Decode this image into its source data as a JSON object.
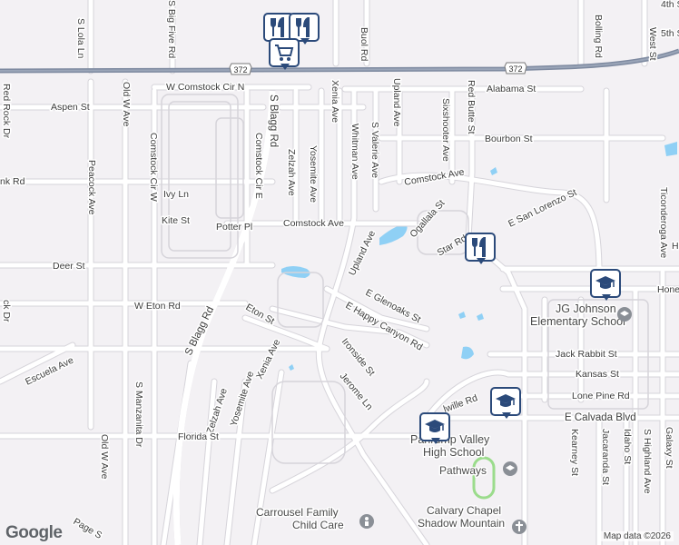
{
  "map": {
    "attribution": "Map data ©2026",
    "logo": "Google",
    "highway_shield": "372",
    "colors": {
      "background": "#f3f1f4",
      "road": "#ffffff",
      "road_edge": "#d5d3d7",
      "highway": "#7e8aa0",
      "water": "#8fd0f5",
      "marker": "#2b4a7a"
    }
  },
  "streets": {
    "w_comstock_cir_n": "W Comstock Cir N",
    "alabama_st": "Alabama St",
    "aspen_st": "Aspen St",
    "s_lola_ln": "S Lola Ln",
    "s_big_five_rd": "S Big Five Rd",
    "buol_rd": "Buol Rd",
    "upland_ave_n": "Upland Ave",
    "red_butte_st": "Red Butte St",
    "bolling_rd": "Bolling Rd",
    "west_st": "West St",
    "fourth_st": "4th S",
    "fifth_st": "5th St",
    "red_rock_dr": "Red Rock Dr",
    "old_w_ave_n": "Old W Ave",
    "s_blagg_rd_n": "S Blagg Rd",
    "comstock_cir_e": "Comstock Cir E",
    "comstock_cir_w": "Comstock Cir W",
    "xenia_ave_n": "Xenia Ave",
    "whitman_ave": "Whitman Ave",
    "s_valerie_ave": "S Valerie Ave",
    "sixshooter_ave": "Sixshooter Ave",
    "bourbon_st": "Bourbon St",
    "yosemite_ave_n": "Yosemite Ave",
    "zelzah_ave_n": "Zelzah Ave",
    "comstock_ave_e": "Comstock Ave",
    "peacock_ave": "Peacock Ave",
    "nk_rd": "nk Rd",
    "ivy_ln": "Ivy Ln",
    "kite_st": "Kite St",
    "potter_pl": "Potter Pl",
    "comstock_ave": "Comstock Ave",
    "e_san_lorenzo_st": "E San Lorenzo St",
    "ticonderoga_ave": "Ticonderoga Ave",
    "ogallala_st": "Ogallala St",
    "upland_ave": "Upland Ave",
    "star_rd": "Star Rd",
    "deer_st": "Deer St",
    "w_eton_rd": "W Eton Rd",
    "e_glenoaks_st": "E Glenoaks St",
    "eton_st": "Eton St",
    "e_happy_canyon_rd": "E Happy Canyon Rd",
    "s_blagg_rd": "S Blagg Rd",
    "escuela_ave": "Escuela Ave",
    "xenia_ave": "Xenia Ave",
    "ironside_st": "Ironside St",
    "jack_rabbit_st": "Jack Rabbit St",
    "zelzah_ave": "Zelzah Ave",
    "yosemite_ave": "Yosemite Ave",
    "kansas_st": "Kansas St",
    "jerome_ln": "Jerome Ln",
    "lone_pine_rd": "Lone Pine Rd",
    "s_manzanita_dr": "S Manzanita Dr",
    "old_w_ave": "Old W Ave",
    "florida_st": "Florida St",
    "e_calvada_blvd": "E Calvada Blvd",
    "galaxy_st": "Galaxy St",
    "kearney_st": "Kearney St",
    "jacaranda_st": "Jacaranda St",
    "idaho_st": "Idaho St",
    "s_highland_ave": "S Highland Ave",
    "page_st": "Page S",
    "hone": "Hone",
    "h_label": "H",
    "ck_dr": "ck Dr",
    "wille_rd": "lwille Rd"
  },
  "places": {
    "jg_johnson": {
      "line1": "JG Johnson",
      "line2": "Elementary School"
    },
    "pahrump_valley_hs": {
      "line1": "Pahrump Valley",
      "line2": "High School"
    },
    "pathways": "Pathways",
    "carrousel": {
      "line1": "Carrousel Family",
      "line2": "Child Care"
    },
    "calvary": {
      "line1": "Calvary Chapel",
      "line2": "Shadow Mountain"
    }
  },
  "markers": [
    {
      "icon": "restaurant-icon"
    },
    {
      "icon": "restaurant-icon"
    },
    {
      "icon": "shopping-cart-icon"
    },
    {
      "icon": "restaurant-icon"
    },
    {
      "icon": "school-icon"
    },
    {
      "icon": "school-icon"
    },
    {
      "icon": "school-icon"
    }
  ]
}
